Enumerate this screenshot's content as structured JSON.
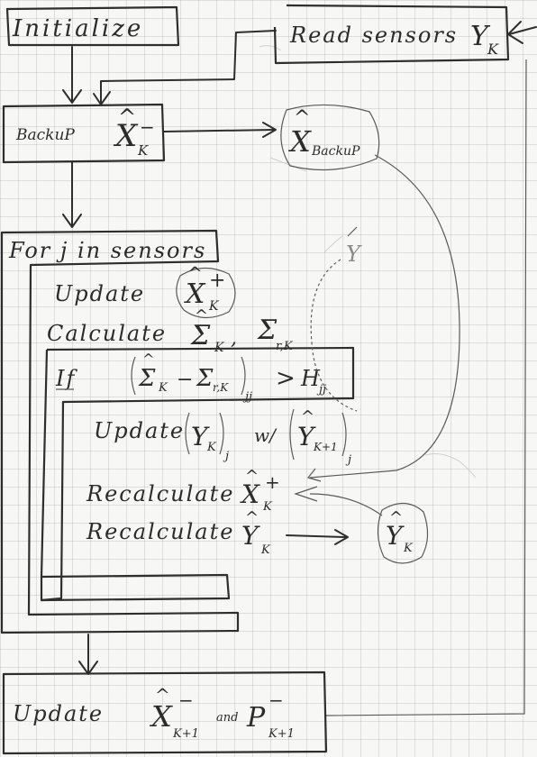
{
  "steps": {
    "initialize": "Initialize",
    "read_sensors": "Read sensors",
    "backup": "BackuP",
    "for_loop": "For j in sensors",
    "update_x": "Update",
    "calculate": "Calculate",
    "if_label": "If",
    "update_y": "Update",
    "with": "w/",
    "recalc_x": "Recalculate",
    "recalc_y": "Recalculate",
    "final_update": "Update",
    "and": "and"
  },
  "symbols": {
    "y_k": "Y",
    "sub_k": "K",
    "x_hat": "X",
    "minus": "−",
    "plus": "+",
    "x_backup_sub": "BackuP",
    "y_hat": "Y",
    "sigma": "Σ",
    "sub_rk": "r,K",
    "sub_jj": "jj",
    "sub_j": "j",
    "sub_k1": "K+1",
    "gt": ">",
    "h": "H",
    "p": "P",
    "comma": ","
  }
}
